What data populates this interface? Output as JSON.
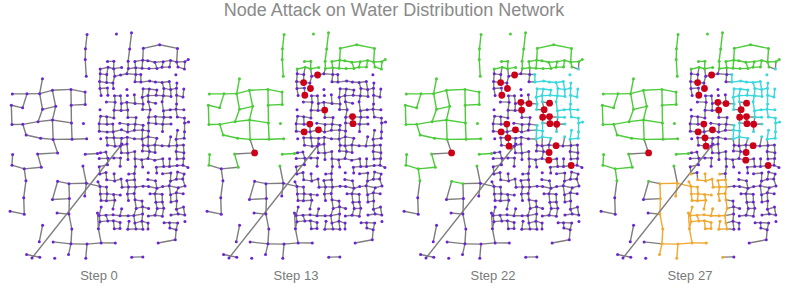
{
  "diagram": {
    "title": "Node Attack on Water Distribution Network",
    "labels": [
      "Step 0",
      "Step 13",
      "Step 22",
      "Step 27"
    ]
  }
}
